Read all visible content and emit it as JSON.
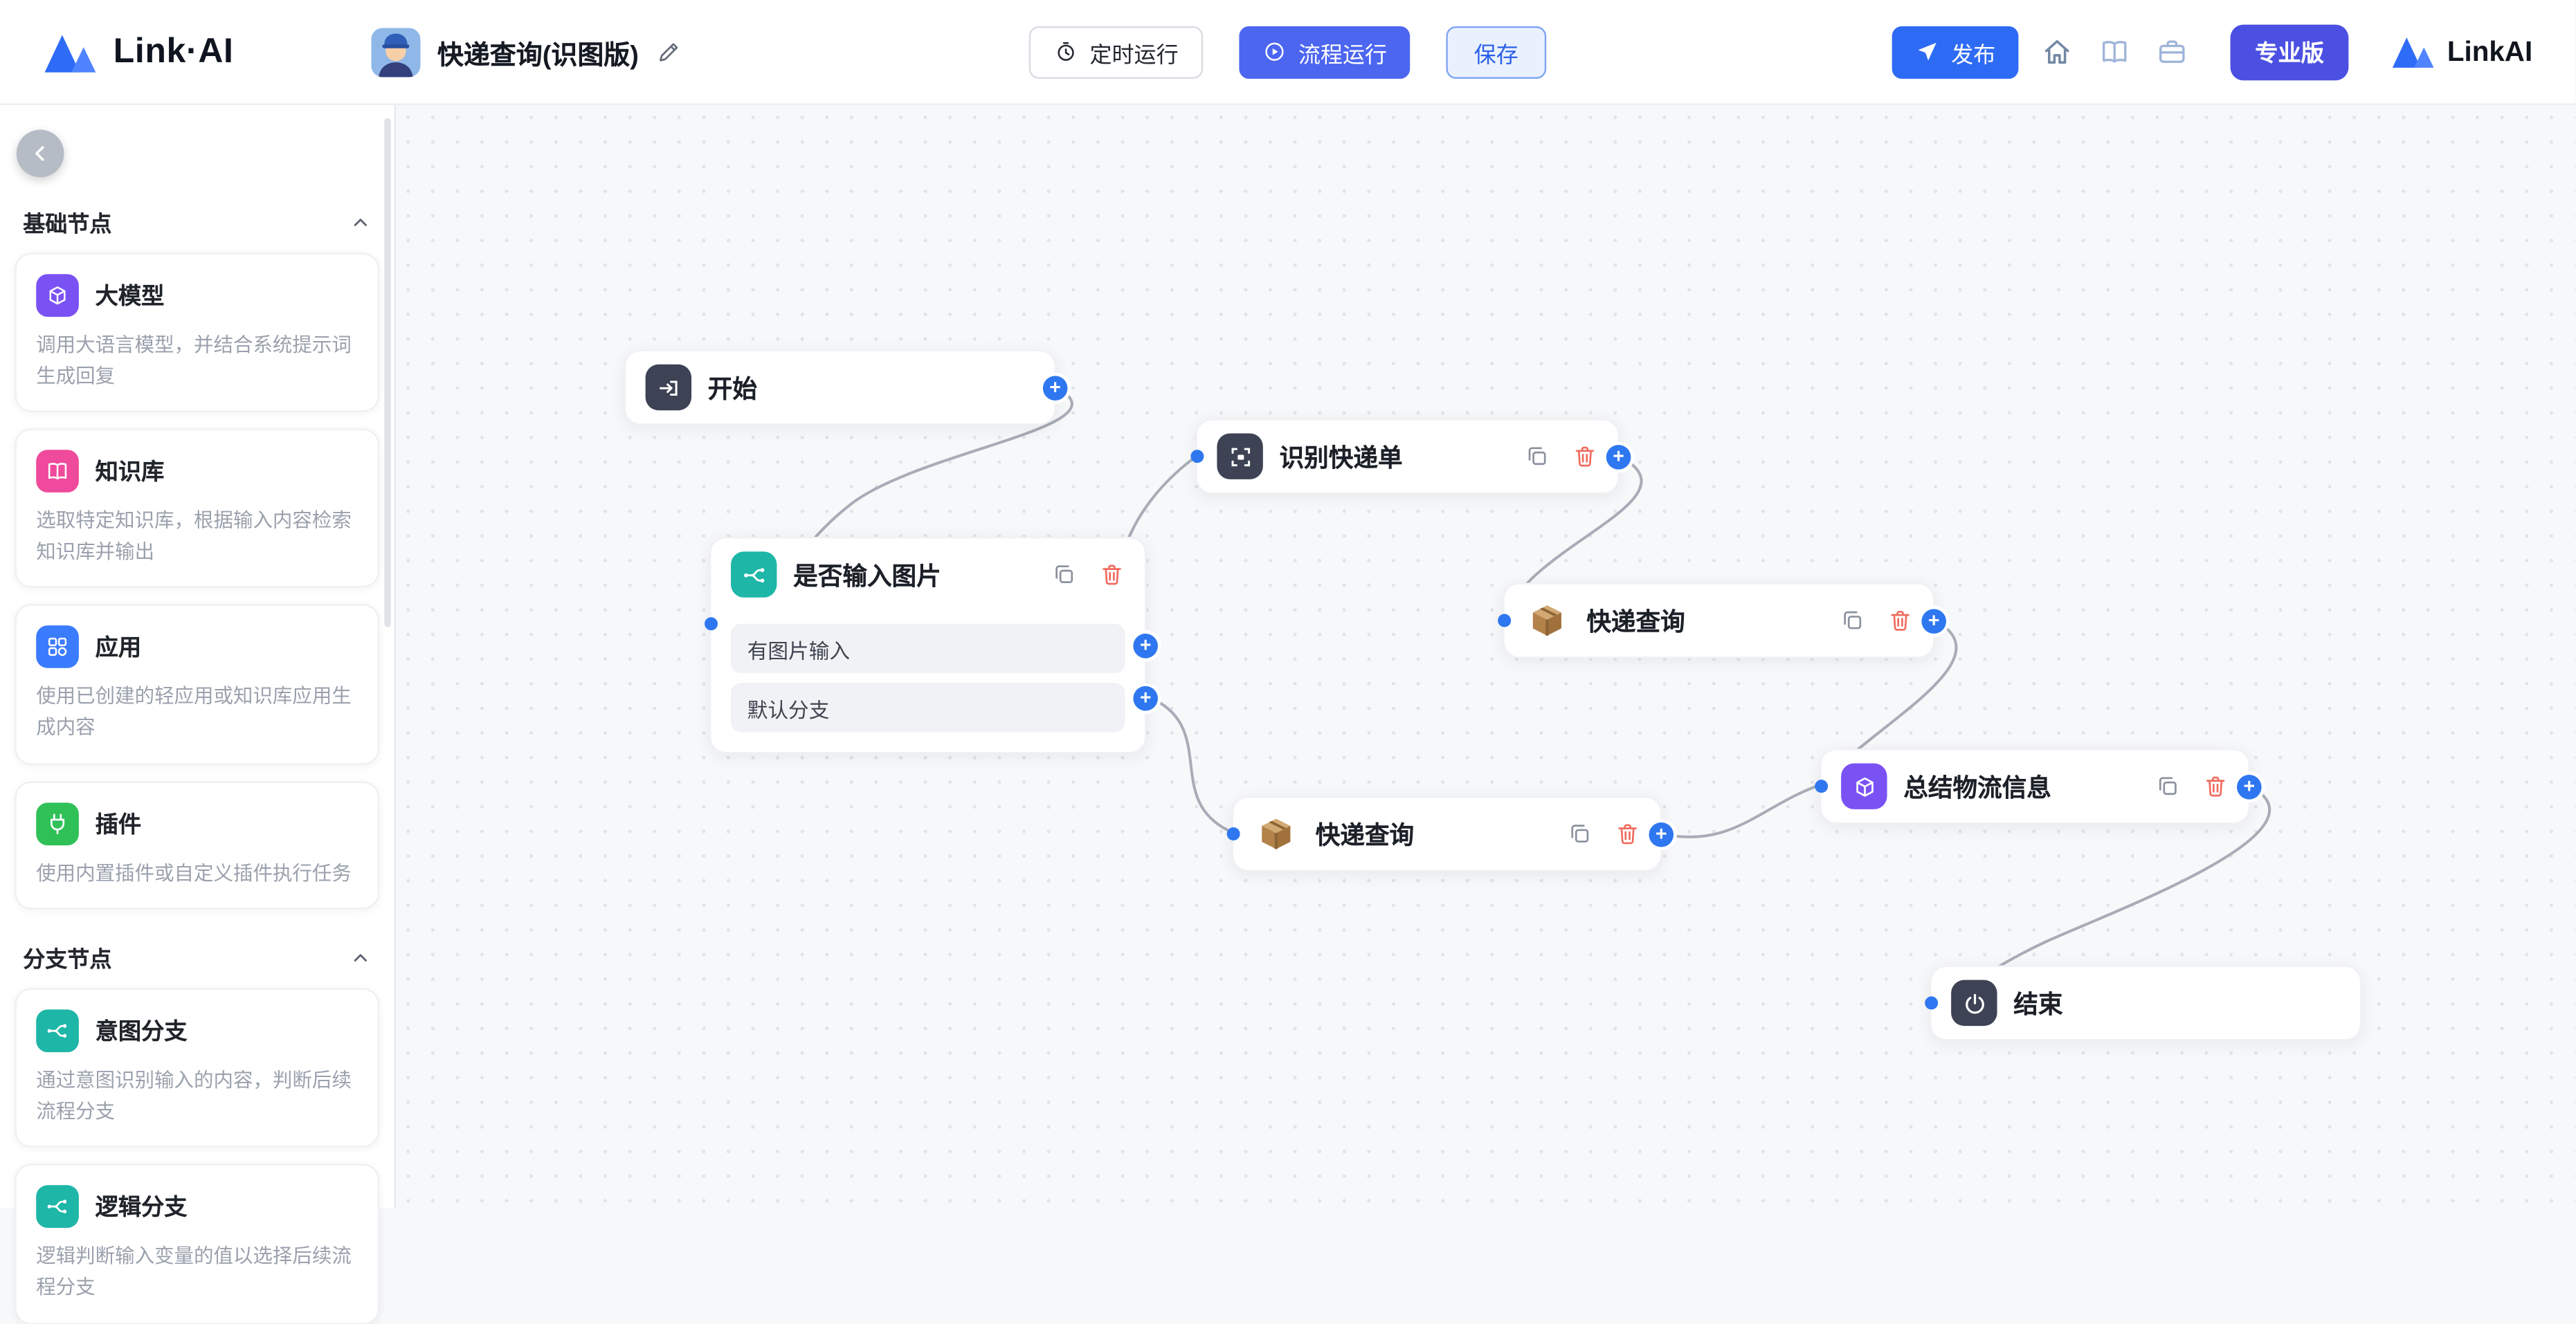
{
  "header": {
    "brand": "Link·AI",
    "workflow_title": "快递查询(识图版)",
    "actions": {
      "schedule": "定时运行",
      "run": "流程运行",
      "save": "保存",
      "publish": "发布",
      "pro": "专业版"
    },
    "brand_right": "LinkAI"
  },
  "sidebar": {
    "sections": [
      {
        "title": "基础节点",
        "items": [
          {
            "label": "大模型",
            "desc": "调用大语言模型，并结合系统提示词生成回复",
            "icon": "llm-icon",
            "color": "#7a52f4"
          },
          {
            "label": "知识库",
            "desc": "选取特定知识库，根据输入内容检索知识库并输出",
            "icon": "knowledge-icon",
            "color": "#ef4a9b"
          },
          {
            "label": "应用",
            "desc": "使用已创建的轻应用或知识库应用生成内容",
            "icon": "app-icon",
            "color": "#3b7bfe"
          },
          {
            "label": "插件",
            "desc": "使用内置插件或自定义插件执行任务",
            "icon": "plugin-icon",
            "color": "#2fc158"
          }
        ]
      },
      {
        "title": "分支节点",
        "items": [
          {
            "label": "意图分支",
            "desc": "通过意图识别输入的内容，判断后续流程分支",
            "icon": "intent-branch-icon",
            "color": "#1eb6a7"
          },
          {
            "label": "逻辑分支",
            "desc": "逻辑判断输入变量的值以选择后续流程分支",
            "icon": "logic-branch-icon",
            "color": "#1eb6a7"
          }
        ]
      }
    ]
  },
  "canvas": {
    "nodes": [
      {
        "id": "start",
        "type": "start",
        "label": "开始"
      },
      {
        "id": "recognize",
        "type": "image-recognition",
        "label": "识别快递单"
      },
      {
        "id": "branch",
        "type": "intent-branch",
        "label": "是否输入图片",
        "branches": [
          "有图片输入",
          "默认分支"
        ]
      },
      {
        "id": "express-query-1",
        "type": "plugin",
        "label": "快递查询"
      },
      {
        "id": "express-query-2",
        "type": "plugin",
        "label": "快递查询"
      },
      {
        "id": "summary",
        "type": "llm",
        "label": "总结物流信息"
      },
      {
        "id": "end",
        "type": "end",
        "label": "结束"
      }
    ],
    "edges": [
      {
        "from": "start",
        "to": "branch"
      },
      {
        "from": "branch:有图片输入",
        "to": "recognize"
      },
      {
        "from": "recognize",
        "to": "express-query-1"
      },
      {
        "from": "branch:默认分支",
        "to": "express-query-2"
      },
      {
        "from": "express-query-1",
        "to": "summary"
      },
      {
        "from": "express-query-2",
        "to": "summary"
      },
      {
        "from": "summary",
        "to": "end"
      }
    ]
  },
  "colors": {
    "publish_blue": "#2e6bf5",
    "run_indigo": "#4c66f0",
    "pro_indigo": "#4b50e2",
    "port_blue": "#2e77f0",
    "teal_node": "#1eb6a7",
    "purple_node": "#7a52f4",
    "danger": "#ef6b5e"
  }
}
